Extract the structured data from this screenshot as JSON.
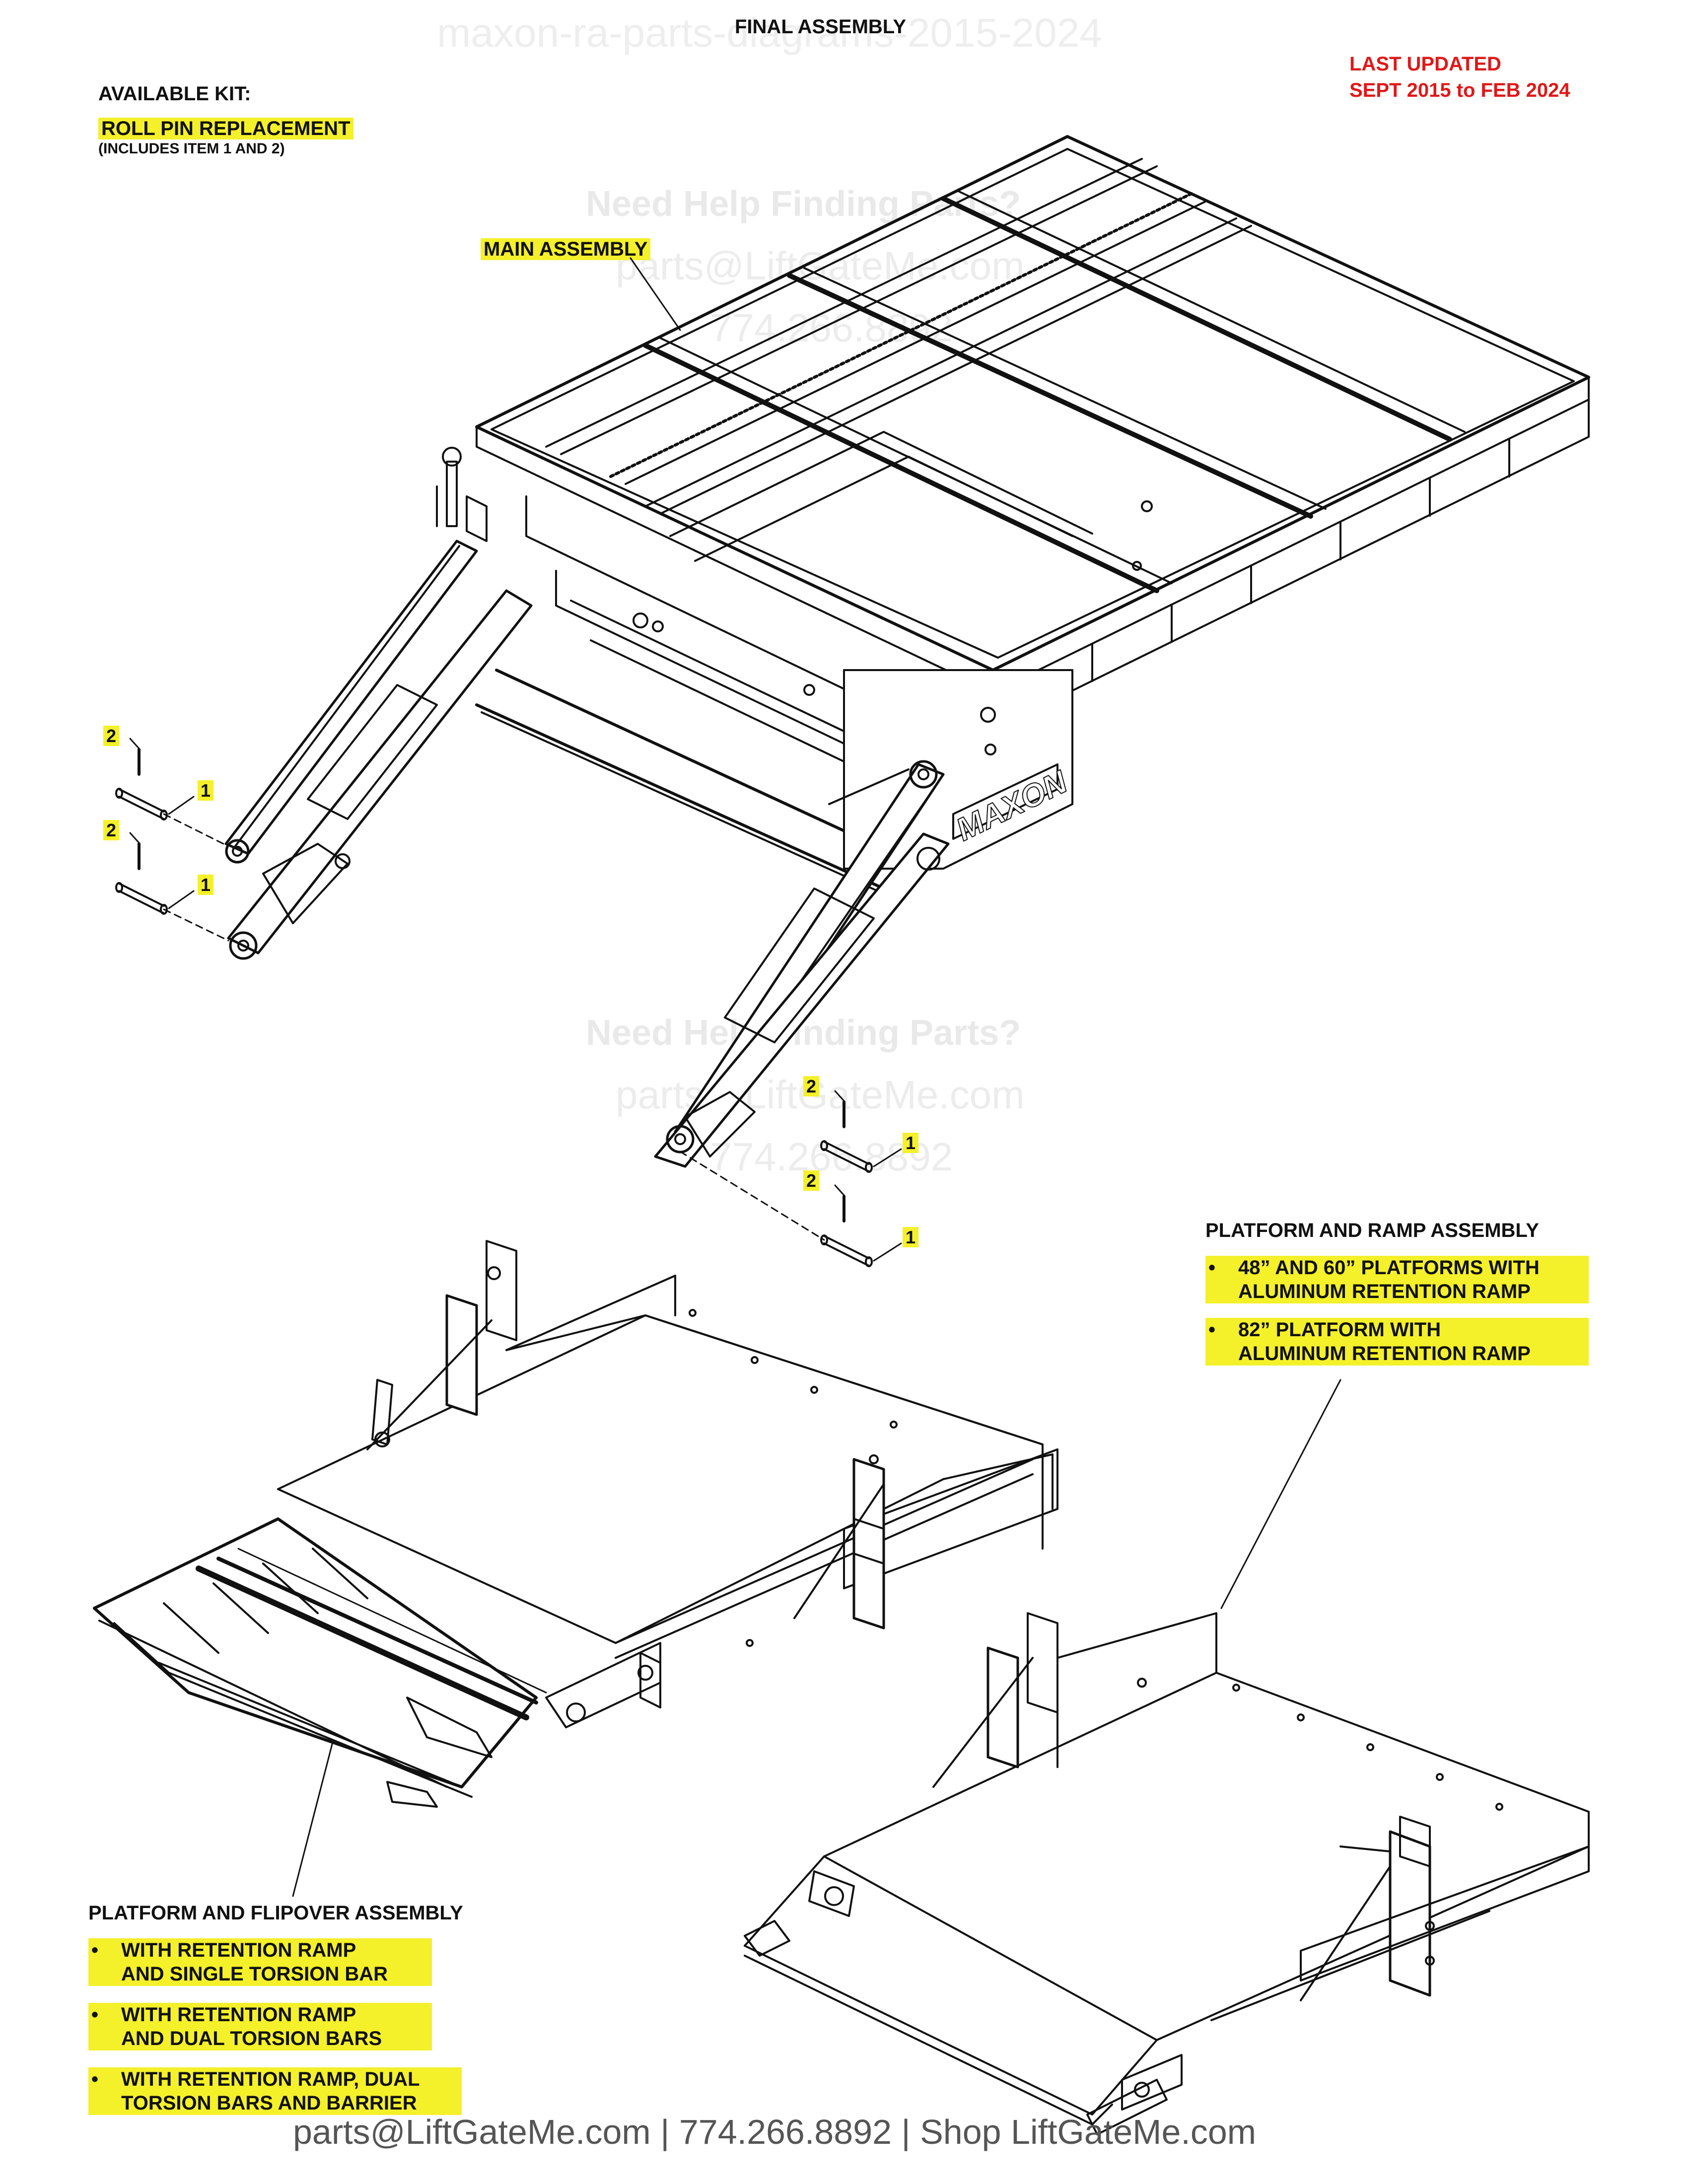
{
  "header": {
    "watermark_title": "maxon-ra-parts-diagrams-2015-2024",
    "title": "FINAL ASSEMBLY",
    "last_updated_line1": "LAST UPDATED",
    "last_updated_line2": "SEPT 2015 to FEB 2024"
  },
  "kit": {
    "heading": "AVAILABLE KIT:",
    "name": "ROLL PIN REPLACEMENT",
    "note": "(INCLUDES ITEM 1 AND 2)"
  },
  "labels": {
    "main_assembly": "MAIN ASSEMBLY",
    "platform_ramp_heading": "PLATFORM AND RAMP ASSEMBLY",
    "platform_ramp_options": [
      {
        "line1": "48” AND 60” PLATFORMS WITH",
        "line2": "ALUMINUM RETENTION RAMP"
      },
      {
        "line1": "82” PLATFORM WITH",
        "line2": "ALUMINUM RETENTION RAMP"
      }
    ],
    "flipover_heading": "PLATFORM AND FLIPOVER ASSEMBLY",
    "flipover_options": [
      {
        "line1": "WITH RETENTION RAMP",
        "line2": "AND SINGLE TORSION BAR"
      },
      {
        "line1": "WITH RETENTION RAMP",
        "line2": "AND DUAL TORSION BARS"
      },
      {
        "line1": "WITH RETENTION RAMP, DUAL",
        "line2": "TORSION BARS AND BARRIER"
      }
    ],
    "bullet": "•"
  },
  "items": {
    "item1": "1",
    "item2": "2"
  },
  "brand": "MAXON",
  "watermark": {
    "help": "Need Help Finding Parts?",
    "email": "parts@LiftGateMe.com",
    "phone": "774.266.8892"
  },
  "footer": "parts@LiftGateMe.com | 774.266.8892 | Shop LiftGateMe.com"
}
